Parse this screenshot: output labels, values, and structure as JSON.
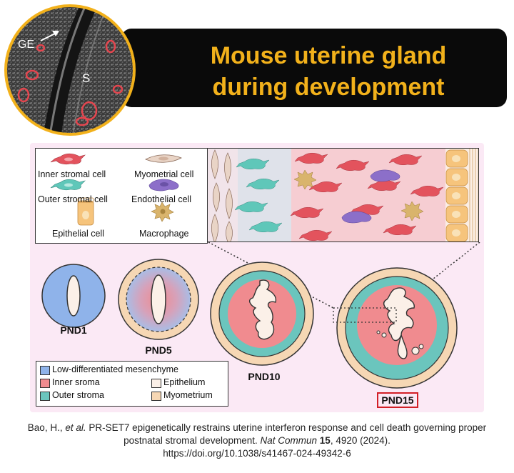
{
  "title": {
    "line1": "Mouse uterine gland",
    "line2": "during development"
  },
  "micrograph": {
    "ge_label": "GE",
    "s_label": "S"
  },
  "cell_legend": {
    "items": [
      {
        "label": "Inner stromal cell",
        "icon": "inner-stromal-cell-icon"
      },
      {
        "label": "Myometrial cell",
        "icon": "myometrial-cell-icon"
      },
      {
        "label": "Outer stromal cell",
        "icon": "outer-stromal-cell-icon"
      },
      {
        "label": "Endothelial cell",
        "icon": "endothelial-cell-icon"
      },
      {
        "label": "Epithelial cell",
        "icon": "epithelial-cell-icon"
      },
      {
        "label": "Macrophage",
        "icon": "macrophage-icon"
      }
    ]
  },
  "stages": {
    "pnd1": "PND1",
    "pnd5": "PND5",
    "pnd10": "PND10",
    "pnd15": "PND15"
  },
  "tissue_legend": {
    "items": [
      {
        "label": "Low-differentiated mesenchyme",
        "color": "#8fb3ea"
      },
      {
        "label": "Inner sroma",
        "color": "#f08b8f"
      },
      {
        "label": "Epithelium",
        "color": "#fbf0e8"
      },
      {
        "label": "Outer stroma",
        "color": "#6bc5bd"
      },
      {
        "label": "Myometrium",
        "color": "#f6d7b4"
      }
    ]
  },
  "colors": {
    "title_bg": "#0a0a0a",
    "title_text": "#f2b11b",
    "highlight": "#d21f27",
    "inner_cell": "#e3535d",
    "outer_cell": "#5fc7b9",
    "endothelial": "#8c6fc9",
    "macrophage": "#d9b46c",
    "epithelial": "#f6c47c"
  },
  "citation": {
    "authors": "Bao, H., ",
    "et_al": "et al.",
    "text1": " PR-SET7 epigenetically restrains uterine interferon response and cell death governing proper postnatal stromal development. ",
    "journal": "Nat Commun",
    "space1": " ",
    "volume": "15",
    "pages": ", 4920 (2024).",
    "doi": "https://doi.org/10.1038/s41467-024-49342-6"
  }
}
